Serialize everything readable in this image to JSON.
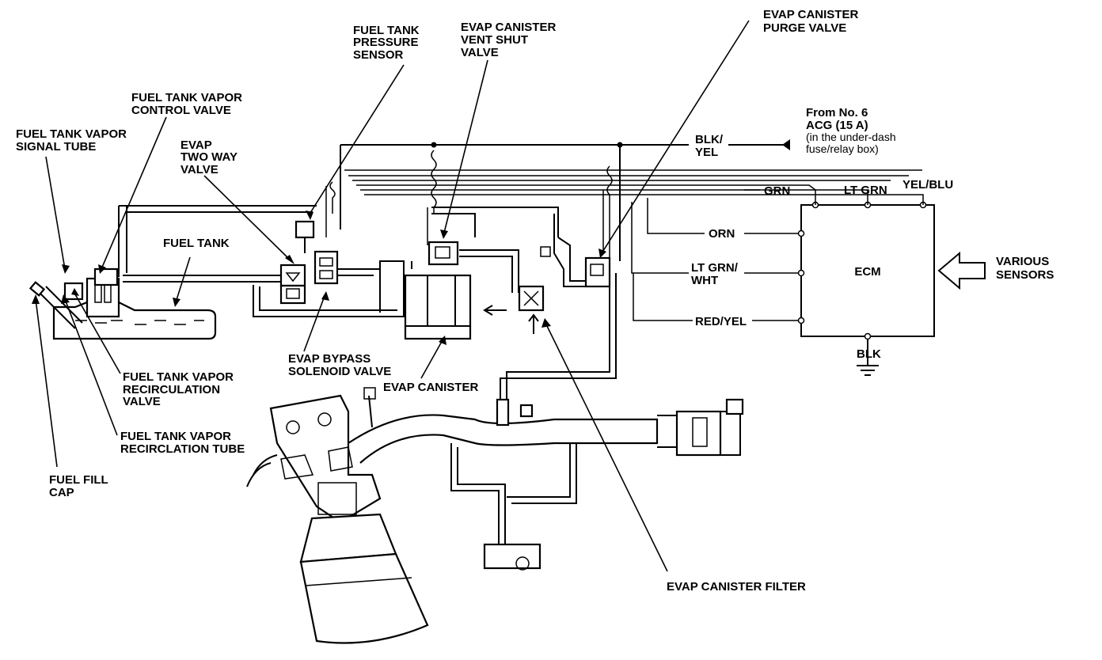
{
  "labels": {
    "fuel_tank_pressure_sensor": [
      "FUEL TANK",
      "PRESSURE",
      "SENSOR"
    ],
    "evap_canister_vent_shut_valve": [
      "EVAP CANISTER",
      "VENT SHUT",
      "VALVE"
    ],
    "evap_canister_purge_valve": [
      "EVAP CANISTER",
      "PURGE VALVE"
    ],
    "fuel_tank_vapor_control_valve": [
      "FUEL TANK VAPOR",
      "CONTROL VALVE"
    ],
    "fuel_tank_vapor_signal_tube": [
      "FUEL TANK VAPOR",
      "SIGNAL TUBE"
    ],
    "evap_two_way_valve": [
      "EVAP",
      "TWO WAY",
      "VALVE"
    ],
    "fuel_tank": "FUEL TANK",
    "evap_bypass_solenoid_valve": [
      "EVAP BYPASS",
      "SOLENOID VALVE"
    ],
    "evap_canister": "EVAP CANISTER",
    "fuel_tank_vapor_recirculation_valve": [
      "FUEL TANK VAPOR",
      "RECIRCULATION",
      "VALVE"
    ],
    "fuel_tank_vapor_recirculation_tube": [
      "FUEL TANK VAPOR",
      "RECIRCLATION TUBE"
    ],
    "fuel_fill_cap": [
      "FUEL FILL",
      "CAP"
    ],
    "evap_canister_filter": "EVAP CANISTER FILTER",
    "various_sensors": [
      "VARIOUS",
      "SENSORS"
    ],
    "ecm": "ECM"
  },
  "power_source": {
    "line1": "From No. 6",
    "line2": "ACG (15 A)",
    "line3": "(in the under-dash",
    "line4": "fuse/relay box)"
  },
  "wires": {
    "blk_yel": [
      "BLK/",
      "YEL"
    ],
    "grn": "GRN",
    "lt_grn": "LT GRN",
    "yel_blu": "YEL/BLU",
    "orn": "ORN",
    "lt_grn_wht": [
      "LT GRN/",
      "WHT"
    ],
    "red_yel": "RED/YEL",
    "blk": "BLK"
  }
}
